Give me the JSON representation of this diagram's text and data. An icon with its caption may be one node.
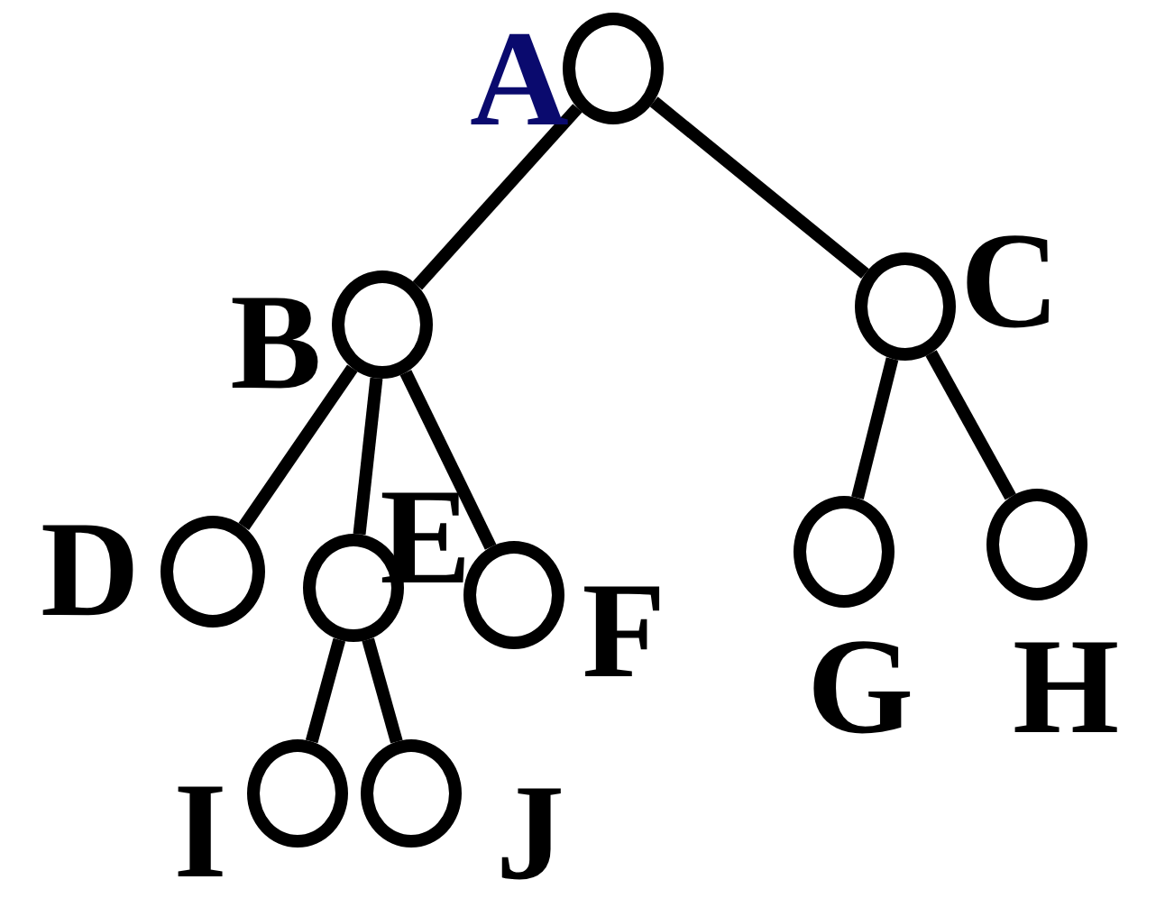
{
  "diagram": {
    "nodes": [
      {
        "text": [
          "A"
        ]
      },
      {
        "text": [
          "B"
        ]
      },
      {
        "text": [
          "C"
        ]
      },
      {
        "text": [
          "D"
        ]
      },
      {
        "text": [
          "E"
        ]
      },
      {
        "text": [
          "F"
        ]
      },
      {
        "text": [
          "G"
        ]
      },
      {
        "text": [
          "H"
        ]
      },
      {
        "text": [
          "I"
        ]
      },
      {
        "text": [
          "J"
        ]
      }
    ],
    "edges": [
      {
        "from": 0,
        "to": 1,
        "arrow": "none"
      },
      {
        "from": 0,
        "to": 2,
        "arrow": "none"
      },
      {
        "from": 1,
        "to": 3,
        "arrow": "none"
      },
      {
        "from": 1,
        "to": 4,
        "arrow": "none"
      },
      {
        "from": 1,
        "to": 5,
        "arrow": "none"
      },
      {
        "from": 2,
        "to": 6,
        "arrow": "none"
      },
      {
        "from": 2,
        "to": 7,
        "arrow": "none"
      },
      {
        "from": 4,
        "to": 8,
        "arrow": "none"
      },
      {
        "from": 4,
        "to": 9,
        "arrow": "none"
      }
    ]
  }
}
